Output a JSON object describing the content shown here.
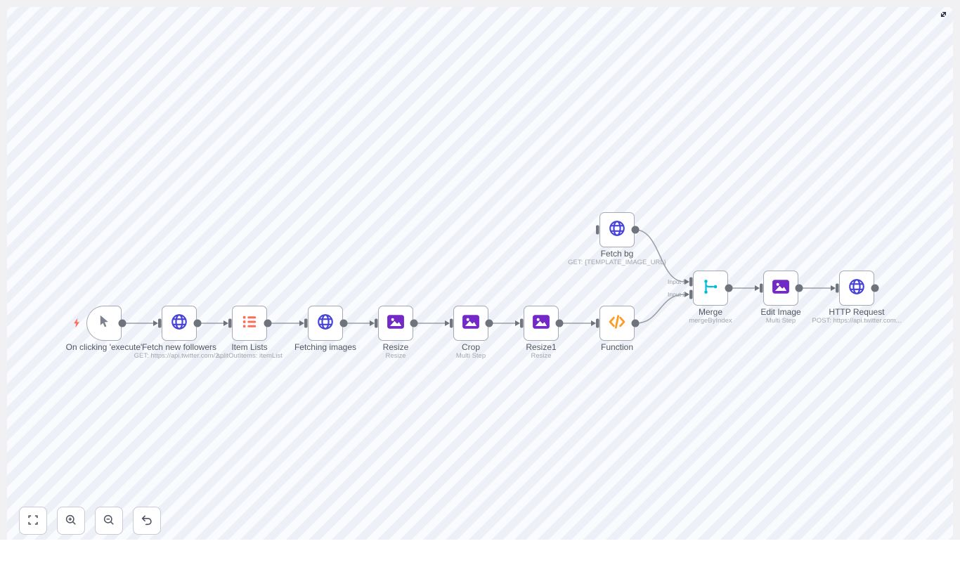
{
  "workflow": {
    "nodes": [
      {
        "id": "trigger",
        "label": "On clicking 'execute'",
        "sublabel": "",
        "icon": "cursor-icon"
      },
      {
        "id": "fetch-new-followers",
        "label": "Fetch new followers",
        "sublabel": "GET: https://api.twitter.com/2...",
        "icon": "globe-icon"
      },
      {
        "id": "item-lists",
        "label": "Item Lists",
        "sublabel": "splitOutItems: itemList",
        "icon": "list-icon"
      },
      {
        "id": "fetching-images",
        "label": "Fetching images",
        "sublabel": "",
        "icon": "globe-icon"
      },
      {
        "id": "resize",
        "label": "Resize",
        "sublabel": "Resize",
        "icon": "image-icon"
      },
      {
        "id": "crop",
        "label": "Crop",
        "sublabel": "Multi Step",
        "icon": "image-icon"
      },
      {
        "id": "resize1",
        "label": "Resize1",
        "sublabel": "Resize",
        "icon": "image-icon"
      },
      {
        "id": "function",
        "label": "Function",
        "sublabel": "",
        "icon": "code-icon"
      },
      {
        "id": "fetch-bg",
        "label": "Fetch bg",
        "sublabel": "GET: {TEMPLATE_IMAGE_URL}",
        "icon": "globe-icon"
      },
      {
        "id": "merge",
        "label": "Merge",
        "sublabel": "mergeByIndex",
        "icon": "merge-icon"
      },
      {
        "id": "edit-image",
        "label": "Edit Image",
        "sublabel": "Multi Step",
        "icon": "image-icon"
      },
      {
        "id": "http-request",
        "label": "HTTP Request",
        "sublabel": "POST: https://api.twitter.com...",
        "icon": "globe-icon"
      }
    ],
    "merge_input_labels": [
      "Input 1",
      "Input 2"
    ],
    "trigger_indicator_icon": "lightning-bolt-icon"
  },
  "controls": {
    "buttons": [
      {
        "icon": "fit-view-icon"
      },
      {
        "icon": "zoom-in-icon"
      },
      {
        "icon": "zoom-out-icon"
      },
      {
        "icon": "reset-zoom-icon"
      }
    ],
    "expand_icon": "expand-diagonal-icon"
  },
  "colors": {
    "globe_blue": "#4743d9",
    "list_red": "#ff6d5a",
    "image_purple": "#7229c6",
    "code_orange": "#ff9a22",
    "merge_teal": "#00bcd4",
    "bolt_orange": "#ff6d5a",
    "edge_gray": "#9aa0a8",
    "port_gray": "#6f737c",
    "node_border": "#a5a9b3",
    "stripe_light": "#fafbfe",
    "stripe_dark": "#eef0f7",
    "page_margin": "#f1f1f4"
  }
}
